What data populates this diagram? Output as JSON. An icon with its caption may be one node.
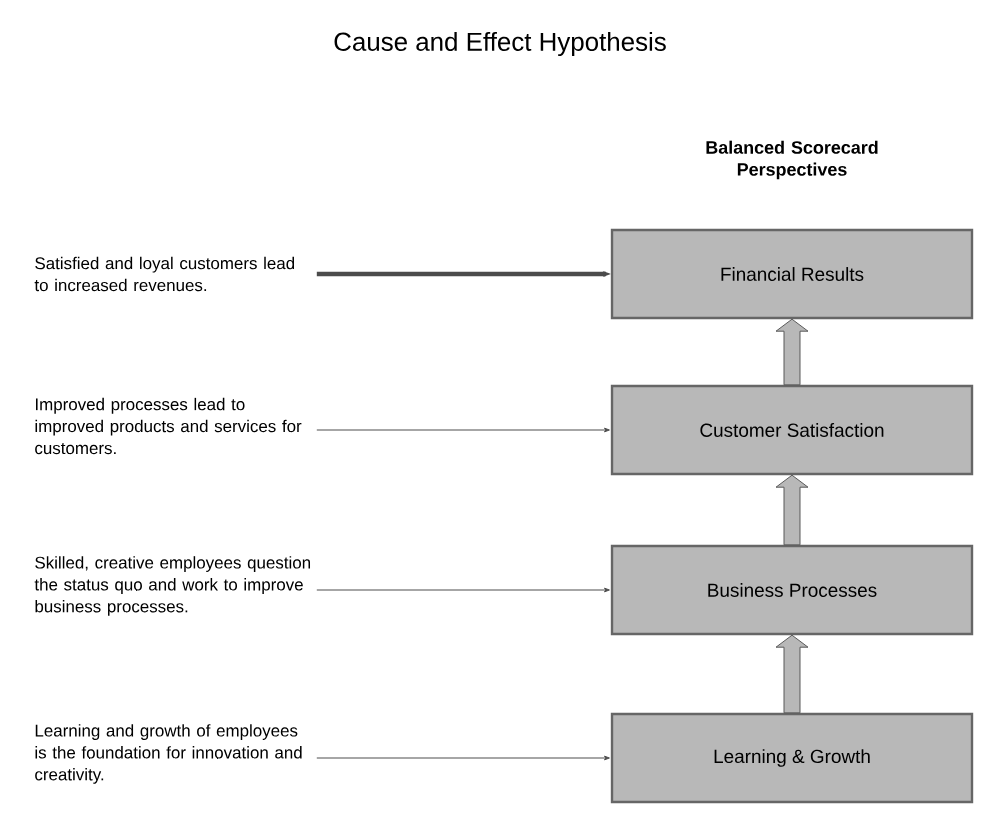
{
  "diagram": {
    "title": "Cause and Effect Hypothesis",
    "nodes": [
      {
        "text": [
          "Satisfied and loyal customers lead to increased revenues."
        ]
      },
      {
        "text": [
          "Financial Results"
        ]
      },
      {
        "text": [
          "Improved processes lead to improved products and services for customers."
        ]
      },
      {
        "text": [
          "Customer Satisfaction"
        ]
      },
      {
        "text": [
          "Skilled, creative employees question the status quo and work to improve business processes."
        ]
      },
      {
        "text": [
          "Business Processes"
        ]
      },
      {
        "text": [
          "Learning and growth of employees is the foundation for innovation and creativity."
        ]
      },
      {
        "text": [
          "Learning & Growth"
        ]
      }
    ],
    "edges": [
      {
        "from": 0,
        "to": 1,
        "arrow": "to",
        "style": "thick"
      },
      {
        "from": 2,
        "to": 3,
        "arrow": "to"
      },
      {
        "from": 4,
        "to": 5,
        "arrow": "to"
      },
      {
        "from": 6,
        "to": 7,
        "arrow": "to"
      },
      {
        "from": 3,
        "to": 1,
        "arrow": "to"
      },
      {
        "from": 5,
        "to": 3,
        "arrow": "to"
      },
      {
        "from": 7,
        "to": 5,
        "arrow": "to"
      }
    ],
    "labels": [
      "Balanced Scorecard Perspectives"
    ]
  }
}
